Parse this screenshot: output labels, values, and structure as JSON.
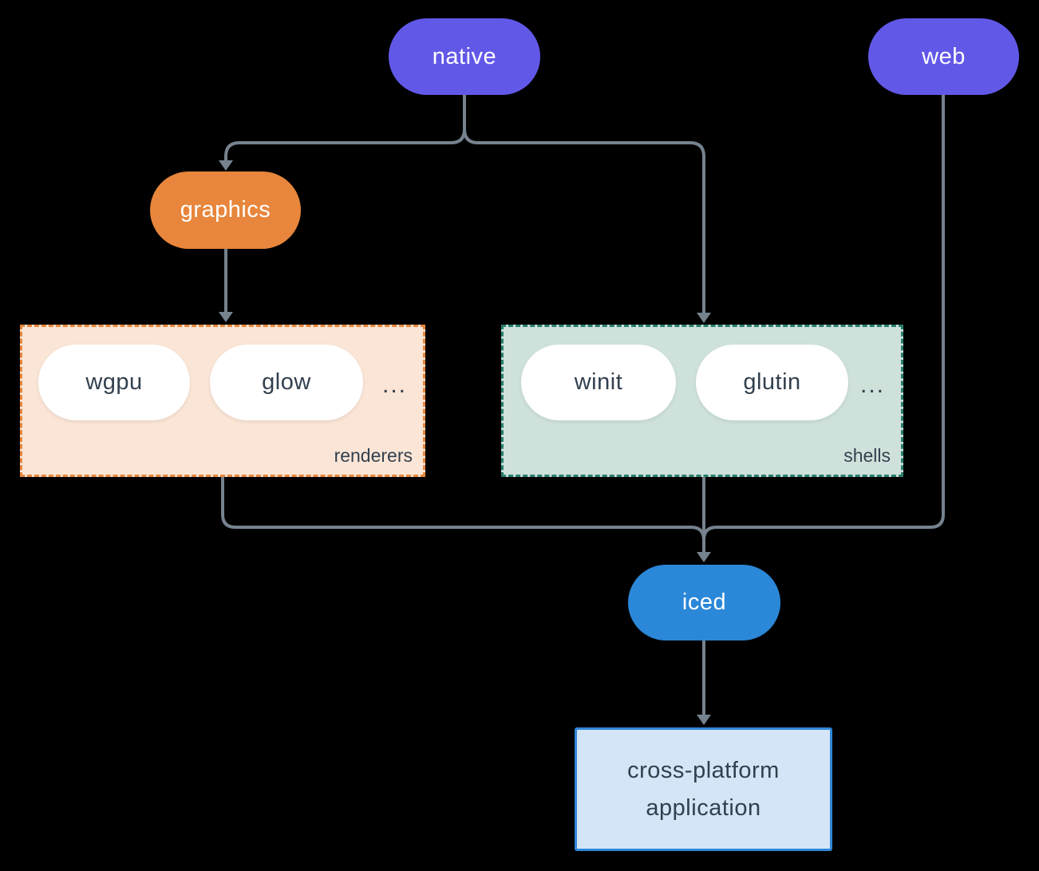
{
  "diagram": {
    "nodes": {
      "native": {
        "label": "native",
        "color": "#6258e8",
        "text_color": "#ffffff"
      },
      "web": {
        "label": "web",
        "color": "#6258e8",
        "text_color": "#ffffff"
      },
      "graphics": {
        "label": "graphics",
        "color": "#e7863c",
        "text_color": "#ffffff"
      },
      "wgpu": {
        "label": "wgpu",
        "color": "#ffffff",
        "text_color": "#32404e"
      },
      "glow": {
        "label": "glow",
        "color": "#ffffff",
        "text_color": "#32404e"
      },
      "winit": {
        "label": "winit",
        "color": "#ffffff",
        "text_color": "#32404e"
      },
      "glutin": {
        "label": "glutin",
        "color": "#ffffff",
        "text_color": "#32404e"
      },
      "iced": {
        "label": "iced",
        "color": "#2b87d8",
        "text_color": "#ffffff"
      }
    },
    "groups": {
      "renderers": {
        "label": "renderers",
        "ellipsis": "...",
        "fill": "#fbe5d6",
        "border_color": "#e7863c"
      },
      "shells": {
        "label": "shells",
        "ellipsis": "...",
        "fill": "#cfe1db",
        "border_color": "#2a7f6c"
      }
    },
    "app_box": {
      "line1": "cross-platform",
      "line2": "application",
      "fill": "#d4e5f7",
      "border_color": "#2e86d8",
      "text_color": "#32404e"
    },
    "edges": [
      {
        "from": "native",
        "to": "graphics"
      },
      {
        "from": "native",
        "to": "shells"
      },
      {
        "from": "graphics",
        "to": "renderers"
      },
      {
        "from": "renderers",
        "to": "iced"
      },
      {
        "from": "shells",
        "to": "iced"
      },
      {
        "from": "web",
        "to": "iced"
      },
      {
        "from": "iced",
        "to": "cross-platform application"
      }
    ],
    "colors": {
      "background": "#000000",
      "connector": "#76828e"
    }
  }
}
